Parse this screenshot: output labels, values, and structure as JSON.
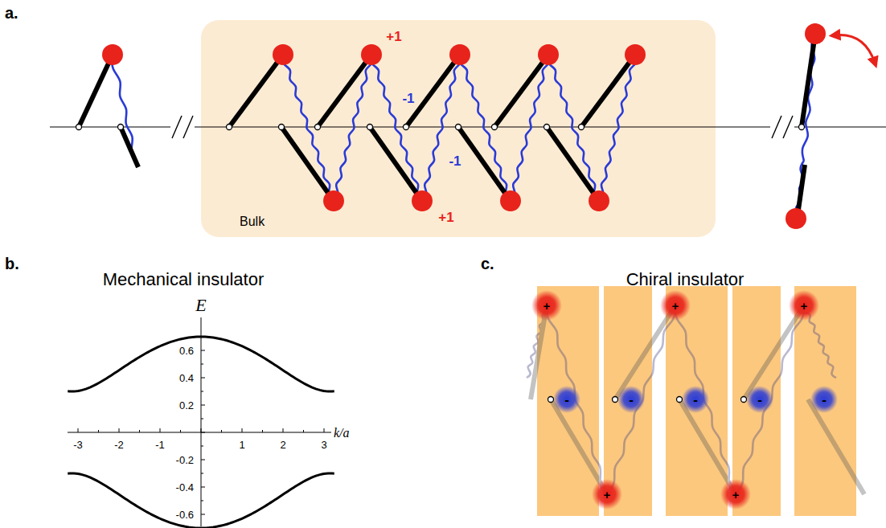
{
  "diagram": {
    "nodes": [
      {
        "text": [
          "Bulk"
        ]
      }
    ],
    "labels": [
      "a.",
      "+1",
      "-1",
      "-1",
      "+1",
      "b.",
      "Mechanical insulator",
      "E",
      "0.6",
      "0.4",
      "0.2",
      "-0.2",
      "-0.4",
      "-0.6",
      "-3",
      "-2",
      "-1",
      "1",
      "2",
      "3",
      "k/a",
      "c.",
      "Chiral insulator",
      "+",
      "+",
      "+",
      "+",
      "+",
      "-",
      "-",
      "-",
      "-",
      "-"
    ]
  }
}
